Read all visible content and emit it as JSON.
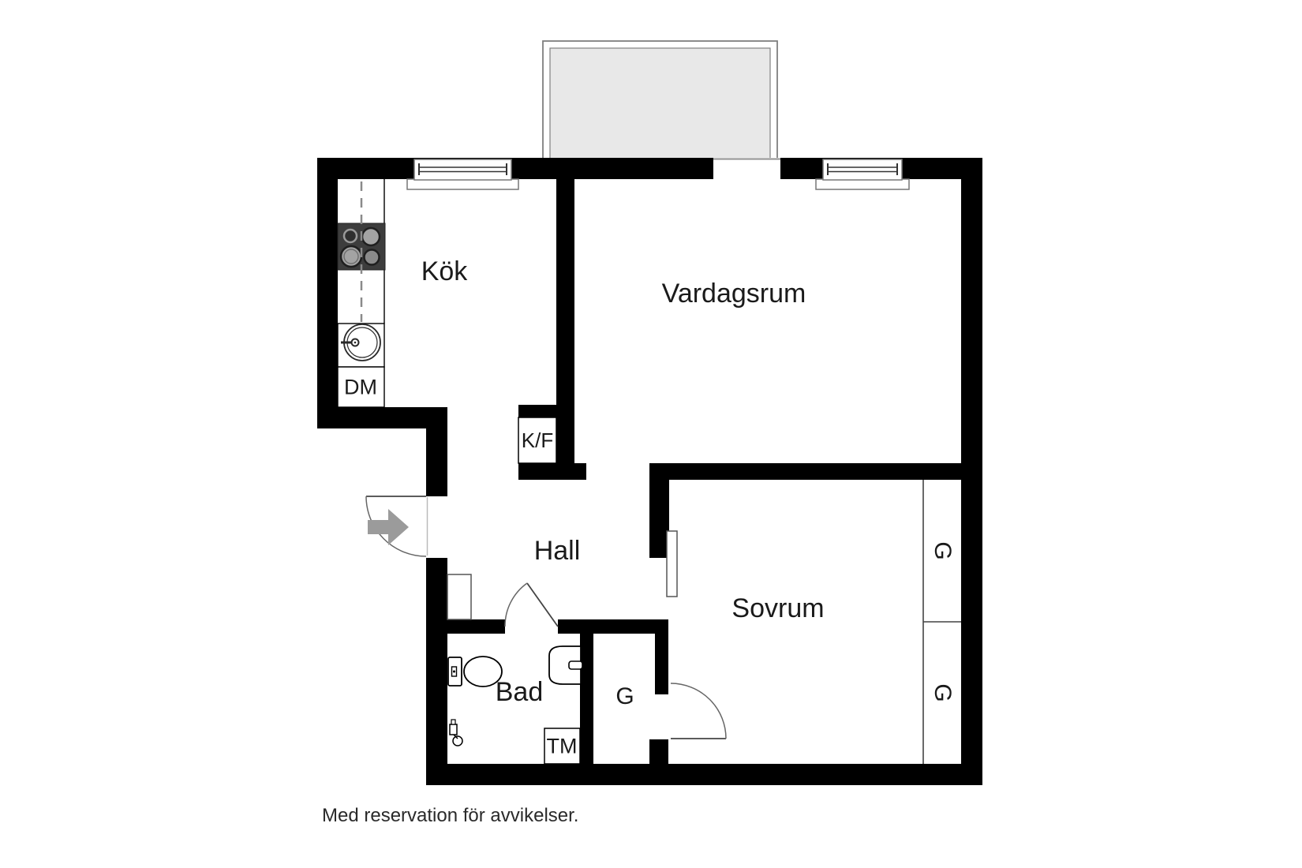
{
  "plan": {
    "rooms": {
      "kitchen": {
        "label": "Kök"
      },
      "living_room": {
        "label": "Vardagsrum"
      },
      "hall": {
        "label": "Hall"
      },
      "bathroom": {
        "label": "Bad"
      },
      "bedroom": {
        "label": "Sovrum"
      }
    },
    "fixtures": {
      "dishwasher": {
        "label": "DM"
      },
      "fridge_freezer": {
        "label": "K/F"
      },
      "washing_machine": {
        "label": "TM"
      }
    },
    "closets": {
      "hall": {
        "label": "G"
      },
      "bedroom_top": {
        "label": "G"
      },
      "bedroom_bottom": {
        "label": "G"
      }
    },
    "footnote": "Med reservation för avvikelser.",
    "icons": {
      "entry": "entry-direction-arrow",
      "kitchen": [
        "stove-icon",
        "sink-icon"
      ],
      "bathroom": [
        "toilet-icon",
        "washbasin-icon",
        "shower-mixer-icon"
      ],
      "window_count": 2,
      "balcony": "balcony-deck"
    },
    "colors": {
      "background": "#ffffff",
      "wall": "#000000",
      "balcony_fill": "#e8e8e8",
      "fixture_outline": "#808080",
      "entry_arrow": "#9b9b9b",
      "appliance_dark": "#3d3d3d",
      "text": "#1a1a1a"
    }
  }
}
